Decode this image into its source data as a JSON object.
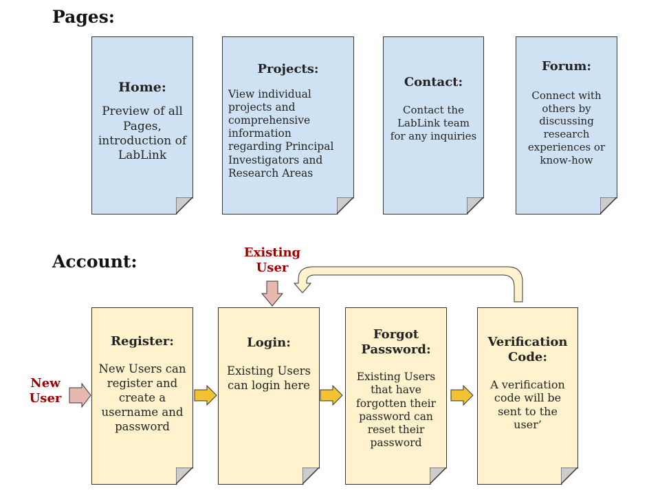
{
  "pages_section": {
    "title": "Pages:",
    "cards": [
      {
        "title": "Home:",
        "text": "Preview of all Pages, introduction of LabLink"
      },
      {
        "title": "Projects:",
        "text": "View individual projects and comprehensive information regarding Principal Investigators and Research Areas"
      },
      {
        "title": "Contact:",
        "text": "Contact the LabLink team for any inquiries"
      },
      {
        "title": "Forum:",
        "text": "Connect with others by discussing research experiences or know-how"
      }
    ]
  },
  "account_section": {
    "title": "Account:",
    "new_user_label": "New User",
    "existing_user_label": "Existing User",
    "cards": [
      {
        "title": "Register:",
        "text": "New Users can register and create a username and password"
      },
      {
        "title": "Login:",
        "text": "Existing Users can login here"
      },
      {
        "title": "Forgot Password:",
        "text": "Existing Users that have forgotten their password can reset their password"
      },
      {
        "title": "Verification Code:",
        "text": "A verification code will be sent to the user’"
      }
    ]
  },
  "colors": {
    "page_blue": "#cfe2f3",
    "page_yellow": "#fff2cc",
    "arrow_gold": "#f1c232",
    "arrow_pink": "#e6b8af",
    "label_red": "#990000",
    "fold_gray": "#cccccc"
  }
}
